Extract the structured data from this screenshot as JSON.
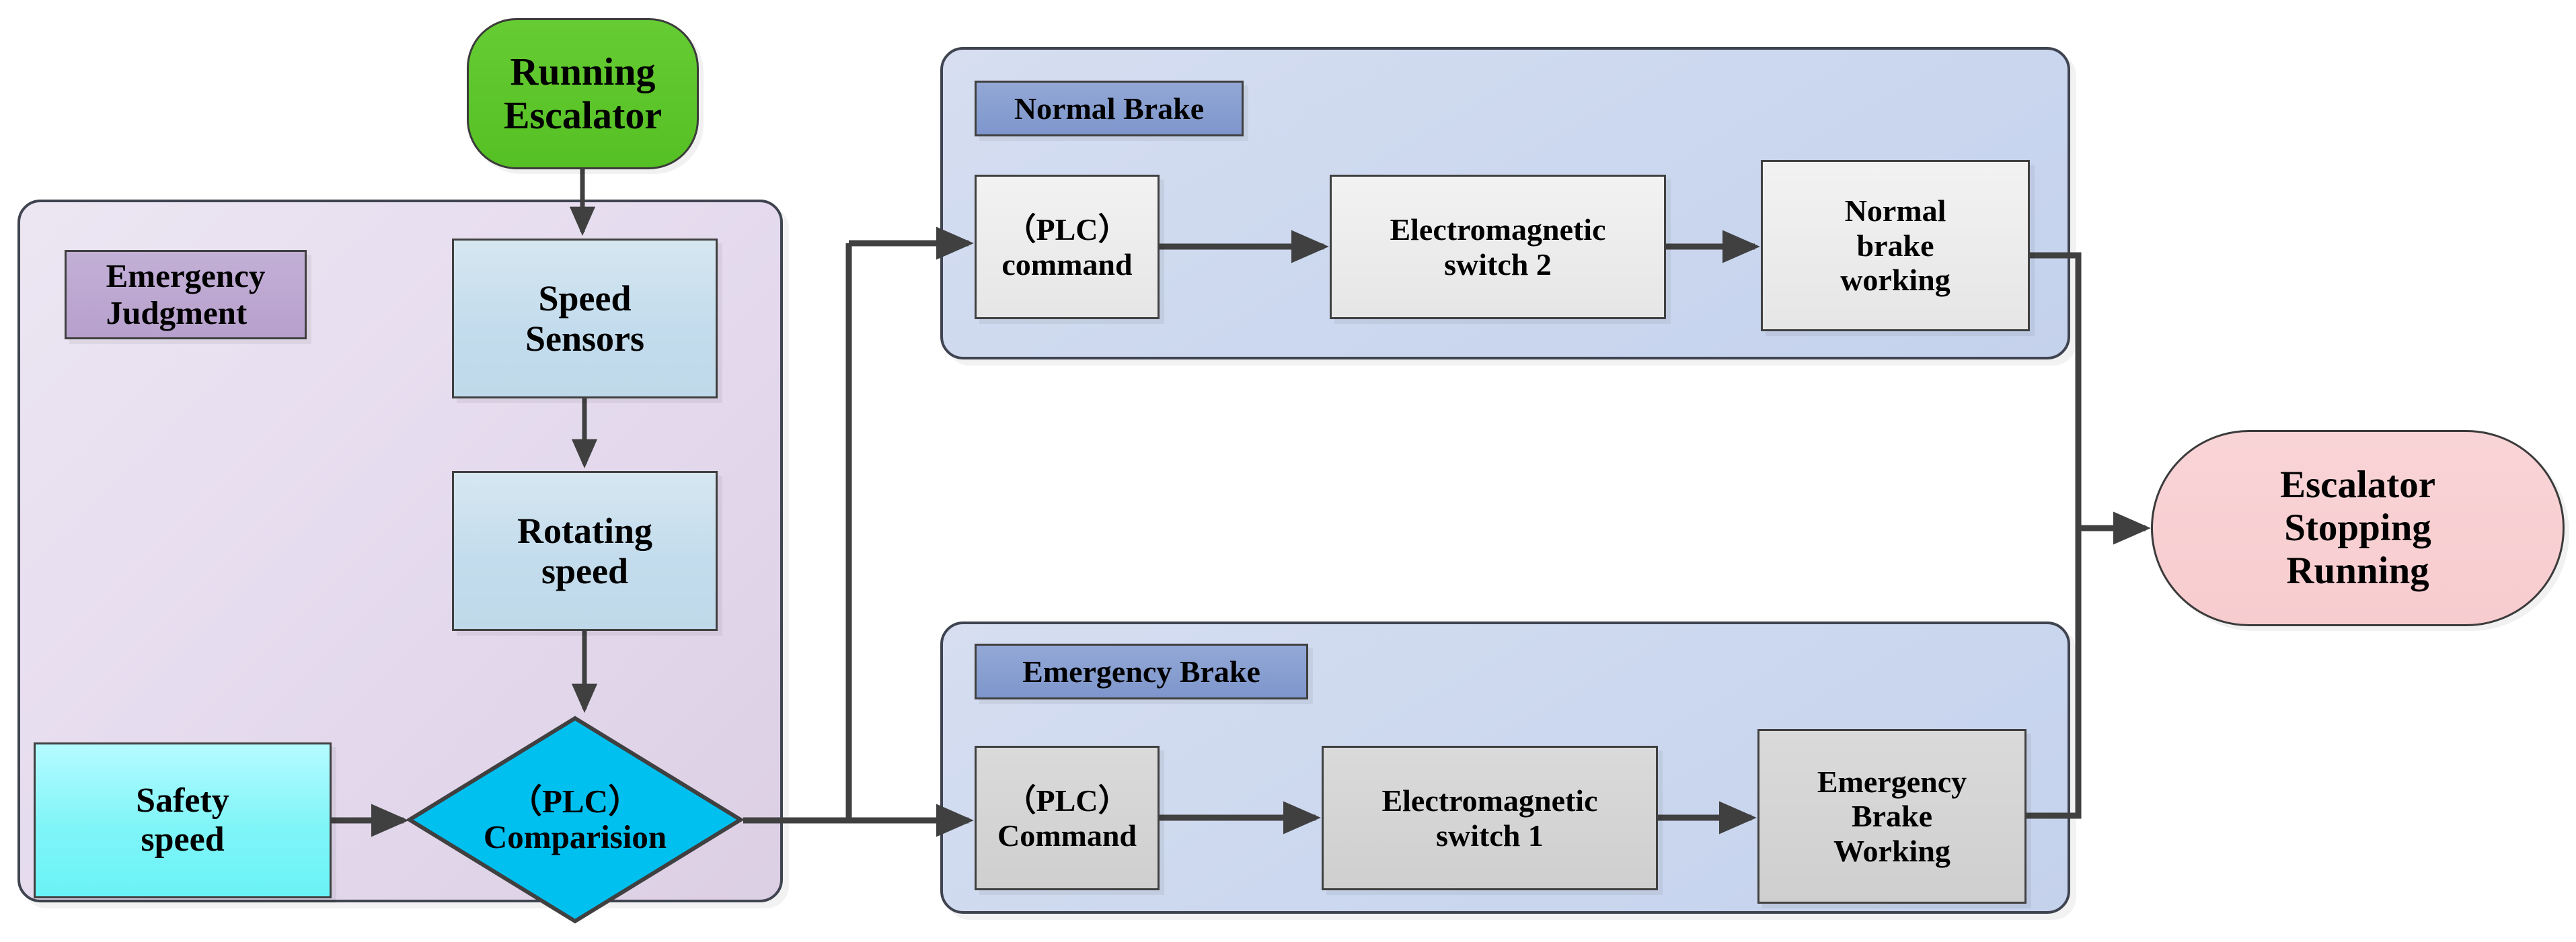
{
  "diagram": {
    "title": "Escalator emergency and normal brake control flowchart",
    "colors": {
      "start_node": "#5cc52b",
      "end_node": "#f8d0d3",
      "decision": "#00c0f0",
      "sensor_box": "#c6dded",
      "safety_box": "#7ff5f8",
      "group_judgment": "#e4daee",
      "group_brake": "#cbd7ee",
      "group_title_chip_judgment": "#b7a0cd",
      "group_title_chip_brake": "#83 9a d0",
      "connector": "#404040",
      "border": "#404040"
    }
  },
  "nodes": {
    "running_escalator": "Running\nEscalator",
    "speed_sensors": "Speed\nSensors",
    "rotating_speed": "Rotating\nspeed",
    "safety_speed": "Safety\nspeed",
    "plc_comparison": "（PLC）Comparision",
    "escalator_stopping": "Escalator\nStopping\nRunning"
  },
  "groups": {
    "emergency_judgment": {
      "title": "Emergency\nJudgment"
    },
    "normal_brake": {
      "title": "Normal Brake",
      "steps": [
        "（PLC）\ncommand",
        "Electromagnetic\nswitch 2",
        "Normal\nbrake\nworking"
      ]
    },
    "emergency_brake": {
      "title": "Emergency Brake",
      "steps": [
        "（PLC）\nCommand",
        "Electromagnetic\nswitch 1",
        "Emergency\nBrake\nWorking"
      ]
    }
  },
  "edges": [
    {
      "from": "running_escalator",
      "to": "speed_sensors",
      "label": ""
    },
    {
      "from": "speed_sensors",
      "to": "rotating_speed",
      "label": ""
    },
    {
      "from": "rotating_speed",
      "to": "plc_comparison",
      "label": ""
    },
    {
      "from": "safety_speed",
      "to": "plc_comparison",
      "label": ""
    },
    {
      "from": "plc_comparison",
      "to": "normal_brake.plc_command",
      "label": ""
    },
    {
      "from": "plc_comparison",
      "to": "emergency_brake.plc_command",
      "label": ""
    },
    {
      "from": "normal_brake.plc_command",
      "to": "normal_brake.electromagnetic_switch_2",
      "label": ""
    },
    {
      "from": "normal_brake.electromagnetic_switch_2",
      "to": "normal_brake.normal_brake_working",
      "label": ""
    },
    {
      "from": "emergency_brake.plc_command",
      "to": "emergency_brake.electromagnetic_switch_1",
      "label": ""
    },
    {
      "from": "emergency_brake.electromagnetic_switch_1",
      "to": "emergency_brake.emergency_brake_working",
      "label": ""
    },
    {
      "from": "normal_brake.normal_brake_working",
      "to": "escalator_stopping",
      "label": ""
    },
    {
      "from": "emergency_brake.emergency_brake_working",
      "to": "escalator_stopping",
      "label": ""
    }
  ]
}
